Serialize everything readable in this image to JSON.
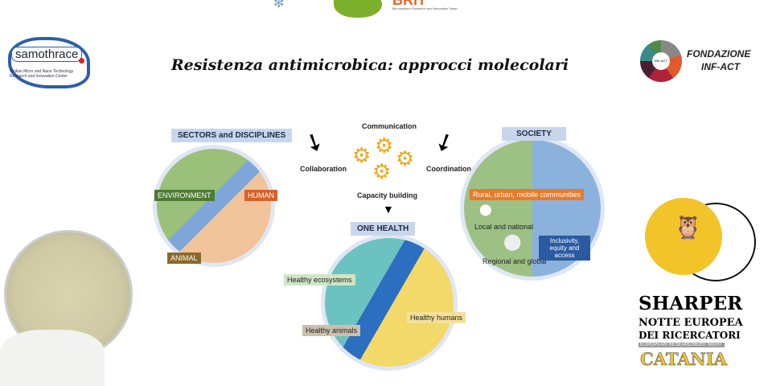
{
  "slide": {
    "title": "Resistenza antimicrobica: approcci molecolari"
  },
  "logos": {
    "brit": {
      "text": "BRIT",
      "subtitle": "Bio-nanotech Research and Innovation Tower"
    },
    "samothrace": {
      "name": "samothrace",
      "subtitle": "Sicilian Micro and Nano Technology Research and Innovation Center"
    },
    "infact": {
      "line1": "FONDAZIONE",
      "line2": "INF-ACT",
      "badge": "INF-ACT"
    },
    "sharper": {
      "line1": "SHARPER",
      "line2": "NOTTE EUROPEA",
      "line3": "DEI RICERCATORI",
      "line4": "EUROPEAN RESEARCHERS' NIGHT",
      "line5": "CATANIA"
    }
  },
  "diagram": {
    "sectors": {
      "title": "SECTORS and DISCIPLINES",
      "environment": "ENVIRONMENT",
      "human": "HUMAN",
      "animal": "ANIMAL"
    },
    "center": {
      "communication": "Communication",
      "collaboration": "Collaboration",
      "coordination": "Coordination",
      "capacity": "Capacity building"
    },
    "society": {
      "title": "SOCIETY",
      "communities": "Rural, urban, mobile communities",
      "local": "Local and national",
      "regional": "Regional and global",
      "inclusivity": "Inclusivity, equity and access"
    },
    "one_health": {
      "title": "ONE HEALTH",
      "ecosystems": "Healthy ecosystems",
      "humans": "Healthy humans",
      "animals": "Healthy animals"
    }
  }
}
